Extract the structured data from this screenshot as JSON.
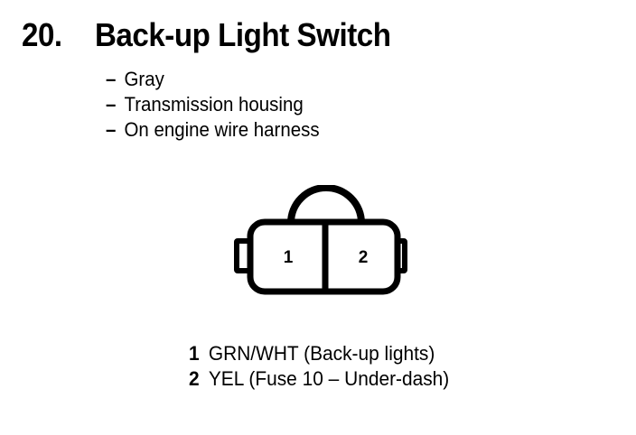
{
  "page": {
    "background_color": "#ffffff",
    "ink_color": "#000000"
  },
  "heading": {
    "number": "20.",
    "title": "Back-up Light Switch"
  },
  "bullets": {
    "dash": "–",
    "items": [
      {
        "text": "Gray"
      },
      {
        "text": "Transmission housing"
      },
      {
        "text": "On engine wire harness"
      }
    ]
  },
  "connector": {
    "name": "2-pin connector",
    "cells": [
      {
        "label": "1"
      },
      {
        "label": "2"
      }
    ]
  },
  "legend": {
    "rows": [
      {
        "num": "1",
        "desc": "GRN/WHT (Back-up lights)"
      },
      {
        "num": "2",
        "desc": "YEL (Fuse 10 – Under-dash)"
      }
    ]
  }
}
